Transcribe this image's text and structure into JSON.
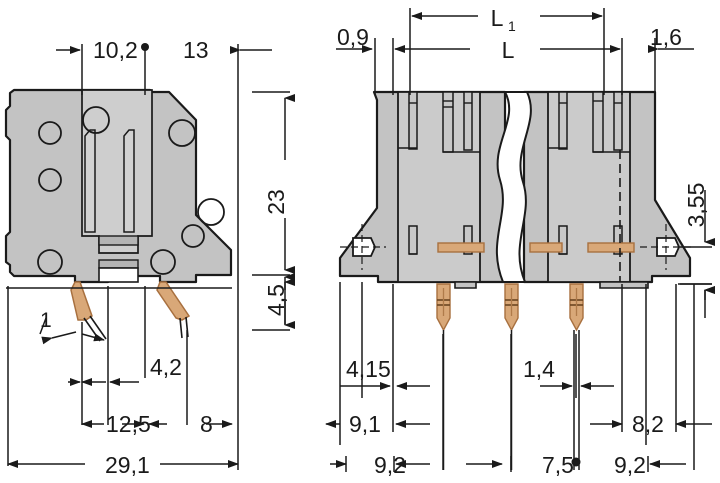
{
  "drawing": {
    "title": "Terminal block dimensional drawing",
    "units": "mm",
    "colors": {
      "body_fill": "#c3c3c3",
      "body_fill_light": "#cecece",
      "body_fill_dark": "#b4b4b4",
      "outline": "#1a1a1a",
      "copper": "#d9a878",
      "copper_dark": "#b07b4a",
      "dimension_line": "#1a1a1a",
      "background": "#ffffff"
    },
    "views": [
      {
        "name": "side-view",
        "position": "left"
      },
      {
        "name": "front-view",
        "position": "right"
      }
    ]
  },
  "left_view": {
    "name": "side-view",
    "dimensions": {
      "top": [
        {
          "id": "d-10-2",
          "label": "10,2"
        },
        {
          "id": "d-13",
          "label": "13"
        }
      ],
      "right": [
        {
          "id": "d-23",
          "label": "23"
        },
        {
          "id": "d-4-5",
          "label": "4,5"
        }
      ],
      "bottom": [
        {
          "id": "d-1",
          "label": "1"
        },
        {
          "id": "d-4-2",
          "label": "4,2"
        },
        {
          "id": "d-12-5",
          "label": "12,5"
        },
        {
          "id": "d-8",
          "label": "8"
        },
        {
          "id": "d-29-1",
          "label": "29,1"
        }
      ]
    }
  },
  "right_view": {
    "name": "front-view",
    "dimensions": {
      "top": [
        {
          "id": "d-L1",
          "label": "L",
          "subscript": "1"
        },
        {
          "id": "d-L",
          "label": "L"
        },
        {
          "id": "d-0-9",
          "label": "0,9"
        },
        {
          "id": "d-1-6",
          "label": "1,6"
        }
      ],
      "right": [
        {
          "id": "d-3-55",
          "label": "3,55"
        }
      ],
      "bottom": [
        {
          "id": "d-4-15",
          "label": "4,15"
        },
        {
          "id": "d-1-4",
          "label": "1,4"
        },
        {
          "id": "d-9-1",
          "label": "9,1"
        },
        {
          "id": "d-8-2",
          "label": "8,2"
        },
        {
          "id": "d-9-2-left",
          "label": "9,2"
        },
        {
          "id": "d-7-5",
          "label": "7,5"
        },
        {
          "id": "d-9-2-right",
          "label": "9,2"
        }
      ]
    }
  }
}
